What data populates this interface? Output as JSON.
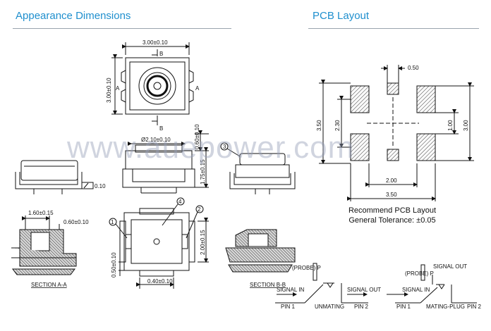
{
  "headers": {
    "left": "Appearance Dimensions",
    "right": "PCB Layout"
  },
  "watermark": "www.auepower.com",
  "pcb_note": {
    "line1": "Recommend PCB Layout",
    "line2": "General Tolerance: ±0.05"
  },
  "dims": {
    "top_width": "3.00±0.10",
    "top_height": "3.00±0.10",
    "dia": "Ø2.10±0.10",
    "h060": "0.60±0.10",
    "h175": "1.75±0.15",
    "s010": "0.10",
    "sa_w": "1.60±0.15",
    "sa_h": "0.60±0.10",
    "b_w": "0.40±0.10",
    "b_h": "2.00±0.15",
    "b_l": "0.50±0.10",
    "pcb_050": "0.50",
    "pcb_350v": "3.50",
    "pcb_230": "2.30",
    "pcb_100": "1.00",
    "pcb_300": "3.00",
    "pcb_200": "2.00",
    "pcb_350h": "3.50"
  },
  "callouts": {
    "c1": "1",
    "c2": "2",
    "c3": "3",
    "c4": "4"
  },
  "markers": {
    "a": "A",
    "b": "B"
  },
  "sections": {
    "aa": "SECTION A-A",
    "bb": "SECTION B-B"
  },
  "schem1": {
    "probe": "(PROBE) P",
    "sig_in": "SIGNAL IN",
    "sig_out": "SIGNAL OUT",
    "pin1": "PIN 1",
    "pin2": "PIN 2",
    "state": "UNMATING"
  },
  "schem2": {
    "probe": "(PROBE) P",
    "sig_in": "SIGNAL IN",
    "sig_out": "SIGNAL OUT",
    "pin1": "PIN 1",
    "pin2": "PIN 2",
    "state": "MATING-PLUG"
  }
}
